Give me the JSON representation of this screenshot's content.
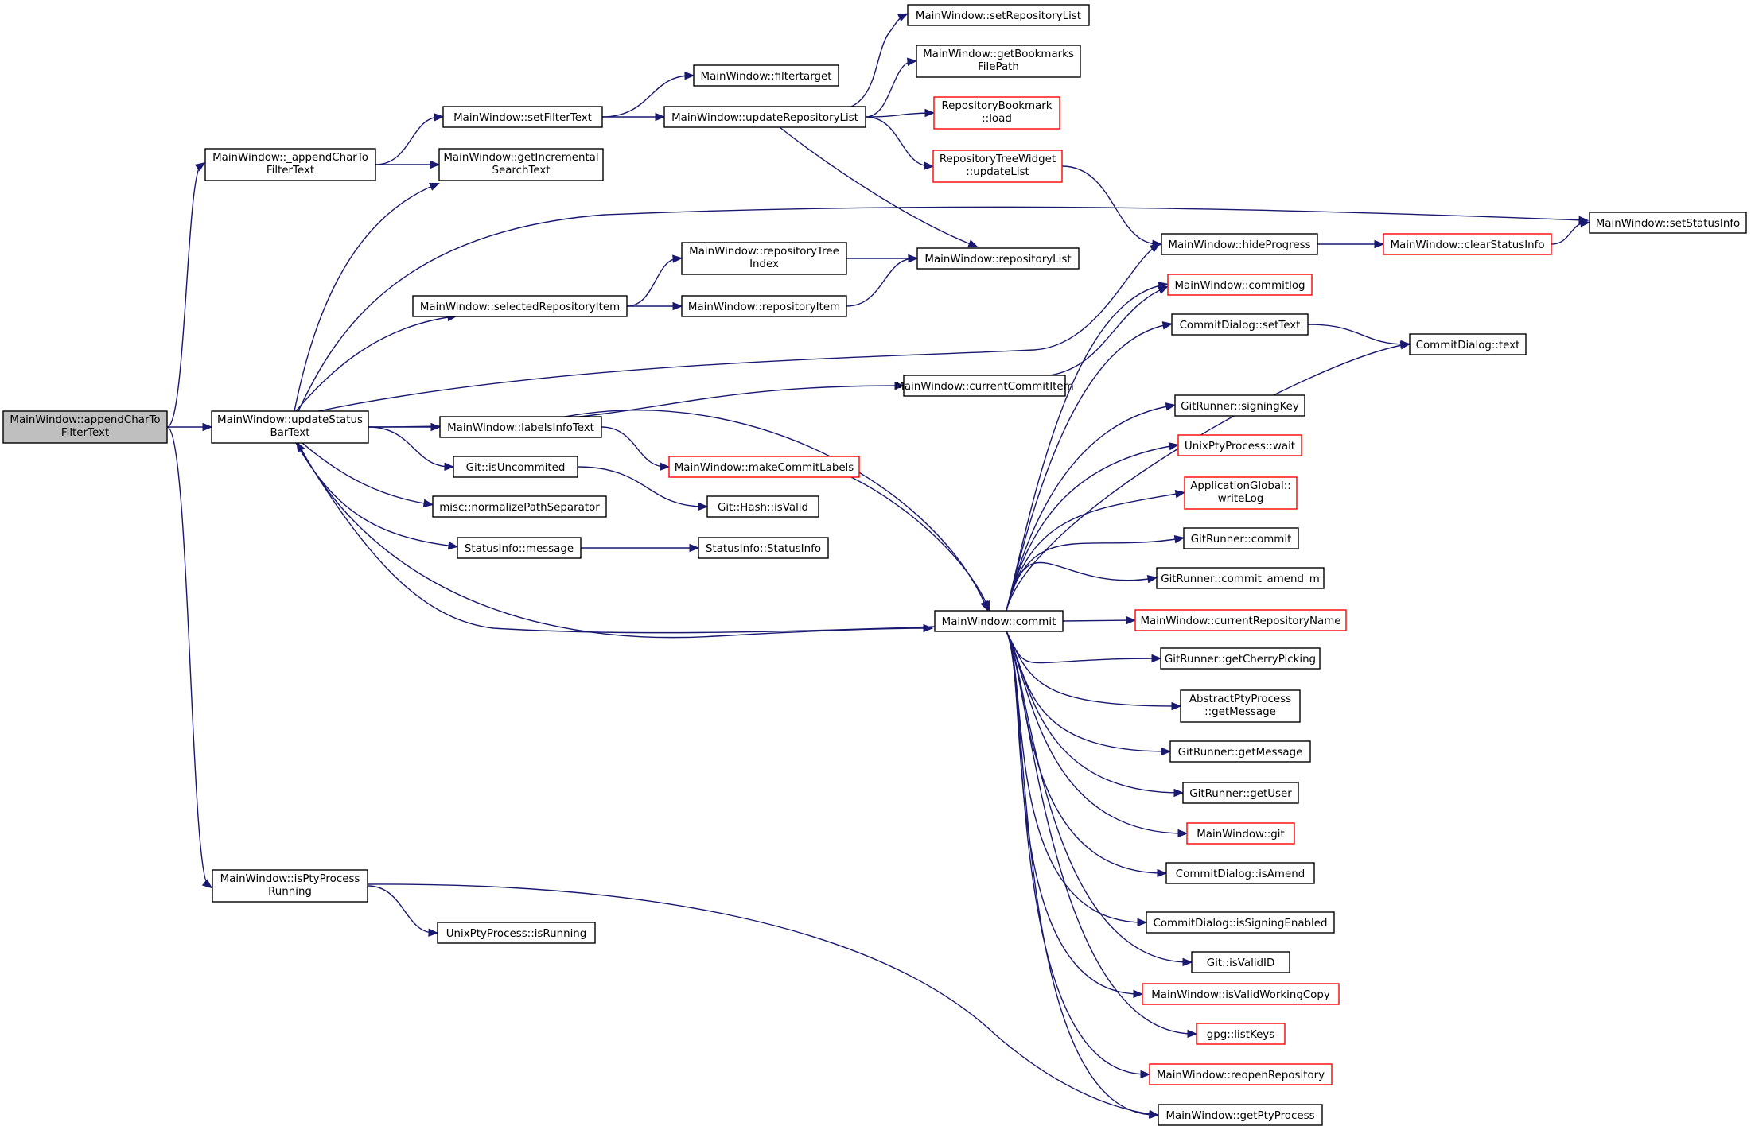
{
  "diagram": {
    "type": "call-graph",
    "colors": {
      "edge": "#191970",
      "root_fill": "#bfbfbf",
      "node_border": "#000000",
      "incomplete_border": "#ff0000"
    },
    "nodes": [
      {
        "id": "appendChar",
        "lines": [
          "MainWindow::appendCharTo",
          "FilterText"
        ],
        "style": "root"
      },
      {
        "id": "_appendChar",
        "lines": [
          "MainWindow::_appendCharTo",
          "FilterText"
        ],
        "style": "normal"
      },
      {
        "id": "updateStatus",
        "lines": [
          "MainWindow::updateStatus",
          "BarText"
        ],
        "style": "normal"
      },
      {
        "id": "isPtyRunning",
        "lines": [
          "MainWindow::isPtyProcess",
          "Running"
        ],
        "style": "normal"
      },
      {
        "id": "setFilterText",
        "lines": [
          "MainWindow::setFilterText"
        ],
        "style": "normal"
      },
      {
        "id": "getIncremental",
        "lines": [
          "MainWindow::getIncremental",
          "SearchText"
        ],
        "style": "normal"
      },
      {
        "id": "filtertarget",
        "lines": [
          "MainWindow::filtertarget"
        ],
        "style": "normal"
      },
      {
        "id": "updateRepoList",
        "lines": [
          "MainWindow::updateRepositoryList"
        ],
        "style": "normal"
      },
      {
        "id": "setRepoList",
        "lines": [
          "MainWindow::setRepositoryList"
        ],
        "style": "normal"
      },
      {
        "id": "getBookmarks",
        "lines": [
          "MainWindow::getBookmarks",
          "FilePath"
        ],
        "style": "normal"
      },
      {
        "id": "bookmarkLoad",
        "lines": [
          "RepositoryBookmark",
          "::load"
        ],
        "style": "red"
      },
      {
        "id": "treeUpdateList",
        "lines": [
          "RepositoryTreeWidget",
          "::updateList"
        ],
        "style": "red"
      },
      {
        "id": "setStatusInfo",
        "lines": [
          "MainWindow::setStatusInfo"
        ],
        "style": "normal"
      },
      {
        "id": "hideProgress",
        "lines": [
          "MainWindow::hideProgress"
        ],
        "style": "normal"
      },
      {
        "id": "clearStatusInfo",
        "lines": [
          "MainWindow::clearStatusInfo"
        ],
        "style": "red"
      },
      {
        "id": "repoTreeIndex",
        "lines": [
          "MainWindow::repositoryTree",
          "Index"
        ],
        "style": "normal"
      },
      {
        "id": "repositoryList",
        "lines": [
          "MainWindow::repositoryList"
        ],
        "style": "normal"
      },
      {
        "id": "selectedRepoItem",
        "lines": [
          "MainWindow::selectedRepositoryItem"
        ],
        "style": "normal"
      },
      {
        "id": "repositoryItem",
        "lines": [
          "MainWindow::repositoryItem"
        ],
        "style": "normal"
      },
      {
        "id": "commitlog",
        "lines": [
          "MainWindow::commitlog"
        ],
        "style": "red"
      },
      {
        "id": "cdSetText",
        "lines": [
          "CommitDialog::setText"
        ],
        "style": "normal"
      },
      {
        "id": "cdText",
        "lines": [
          "CommitDialog::text"
        ],
        "style": "normal"
      },
      {
        "id": "currentCommitItem",
        "lines": [
          "MainWindow::currentCommitItem"
        ],
        "style": "normal"
      },
      {
        "id": "signingKey",
        "lines": [
          "GitRunner::signingKey"
        ],
        "style": "normal"
      },
      {
        "id": "labelsInfoText",
        "lines": [
          "MainWindow::labelsInfoText"
        ],
        "style": "normal"
      },
      {
        "id": "wait",
        "lines": [
          "UnixPtyProcess::wait"
        ],
        "style": "red"
      },
      {
        "id": "isUncommited",
        "lines": [
          "Git::isUncommited"
        ],
        "style": "normal"
      },
      {
        "id": "makeCommitLabels",
        "lines": [
          "MainWindow::makeCommitLabels"
        ],
        "style": "red"
      },
      {
        "id": "writeLog",
        "lines": [
          "ApplicationGlobal::",
          "writeLog"
        ],
        "style": "red"
      },
      {
        "id": "normalizePath",
        "lines": [
          "misc::normalizePathSeparator"
        ],
        "style": "normal"
      },
      {
        "id": "hashIsValid",
        "lines": [
          "Git::Hash::isValid"
        ],
        "style": "normal"
      },
      {
        "id": "grCommit",
        "lines": [
          "GitRunner::commit"
        ],
        "style": "normal"
      },
      {
        "id": "message",
        "lines": [
          "StatusInfo::message"
        ],
        "style": "normal"
      },
      {
        "id": "statusInfoCtor",
        "lines": [
          "StatusInfo::StatusInfo"
        ],
        "style": "normal"
      },
      {
        "id": "commitAmend",
        "lines": [
          "GitRunner::commit_amend_m"
        ],
        "style": "normal"
      },
      {
        "id": "commit",
        "lines": [
          "MainWindow::commit"
        ],
        "style": "normal"
      },
      {
        "id": "currentRepoName",
        "lines": [
          "MainWindow::currentRepositoryName"
        ],
        "style": "red"
      },
      {
        "id": "cherryPicking",
        "lines": [
          "GitRunner::getCherryPicking"
        ],
        "style": "normal"
      },
      {
        "id": "aptGetMessage",
        "lines": [
          "AbstractPtyProcess",
          "::getMessage"
        ],
        "style": "normal"
      },
      {
        "id": "grGetMessage",
        "lines": [
          "GitRunner::getMessage"
        ],
        "style": "normal"
      },
      {
        "id": "getUser",
        "lines": [
          "GitRunner::getUser"
        ],
        "style": "normal"
      },
      {
        "id": "git",
        "lines": [
          "MainWindow::git"
        ],
        "style": "red"
      },
      {
        "id": "isAmend",
        "lines": [
          "CommitDialog::isAmend"
        ],
        "style": "normal"
      },
      {
        "id": "isSigning",
        "lines": [
          "CommitDialog::isSigningEnabled"
        ],
        "style": "normal"
      },
      {
        "id": "isUnixRunning",
        "lines": [
          "UnixPtyProcess::isRunning"
        ],
        "style": "normal"
      },
      {
        "id": "isValidID",
        "lines": [
          "Git::isValidID"
        ],
        "style": "normal"
      },
      {
        "id": "isValidWC",
        "lines": [
          "MainWindow::isValidWorkingCopy"
        ],
        "style": "red"
      },
      {
        "id": "listKeys",
        "lines": [
          "gpg::listKeys"
        ],
        "style": "red"
      },
      {
        "id": "reopenRepo",
        "lines": [
          "MainWindow::reopenRepository"
        ],
        "style": "red"
      },
      {
        "id": "getPtyProcess",
        "lines": [
          "MainWindow::getPtyProcess"
        ],
        "style": "normal"
      }
    ],
    "edges": [
      [
        "appendChar",
        "_appendChar"
      ],
      [
        "appendChar",
        "updateStatus"
      ],
      [
        "appendChar",
        "isPtyRunning"
      ],
      [
        "_appendChar",
        "setFilterText"
      ],
      [
        "_appendChar",
        "getIncremental"
      ],
      [
        "setFilterText",
        "filtertarget"
      ],
      [
        "setFilterText",
        "updateRepoList"
      ],
      [
        "updateRepoList",
        "setRepoList"
      ],
      [
        "updateRepoList",
        "getBookmarks"
      ],
      [
        "updateRepoList",
        "bookmarkLoad"
      ],
      [
        "updateRepoList",
        "treeUpdateList"
      ],
      [
        "updateRepoList",
        "repositoryList"
      ],
      [
        "treeUpdateList",
        "hideProgress"
      ],
      [
        "hideProgress",
        "clearStatusInfo"
      ],
      [
        "clearStatusInfo",
        "setStatusInfo"
      ],
      [
        "updateStatus",
        "getIncremental"
      ],
      [
        "updateStatus",
        "setStatusInfo"
      ],
      [
        "updateStatus",
        "hideProgress"
      ],
      [
        "updateStatus",
        "selectedRepoItem"
      ],
      [
        "updateStatus",
        "currentCommitItem"
      ],
      [
        "updateStatus",
        "labelsInfoText"
      ],
      [
        "updateStatus",
        "isUncommited"
      ],
      [
        "updateStatus",
        "normalizePath"
      ],
      [
        "updateStatus",
        "message"
      ],
      [
        "updateStatus",
        "commit"
      ],
      [
        "selectedRepoItem",
        "repoTreeIndex"
      ],
      [
        "selectedRepoItem",
        "repositoryItem"
      ],
      [
        "repoTreeIndex",
        "repositoryList"
      ],
      [
        "repositoryItem",
        "repositoryList"
      ],
      [
        "currentCommitItem",
        "commitlog"
      ],
      [
        "labelsInfoText",
        "makeCommitLabels"
      ],
      [
        "labelsInfoText",
        "commit"
      ],
      [
        "makeCommitLabels",
        "commit"
      ],
      [
        "isUncommited",
        "hashIsValid"
      ],
      [
        "message",
        "statusInfoCtor"
      ],
      [
        "cdSetText",
        "cdText"
      ],
      [
        "commit",
        "updateStatus"
      ],
      [
        "commit",
        "commitlog"
      ],
      [
        "commit",
        "cdSetText"
      ],
      [
        "commit",
        "cdText"
      ],
      [
        "commit",
        "signingKey"
      ],
      [
        "commit",
        "wait"
      ],
      [
        "commit",
        "writeLog"
      ],
      [
        "commit",
        "grCommit"
      ],
      [
        "commit",
        "commitAmend"
      ],
      [
        "commit",
        "currentRepoName"
      ],
      [
        "commit",
        "cherryPicking"
      ],
      [
        "commit",
        "aptGetMessage"
      ],
      [
        "commit",
        "grGetMessage"
      ],
      [
        "commit",
        "getUser"
      ],
      [
        "commit",
        "git"
      ],
      [
        "commit",
        "isAmend"
      ],
      [
        "commit",
        "isSigning"
      ],
      [
        "commit",
        "isValidID"
      ],
      [
        "commit",
        "isValidWC"
      ],
      [
        "commit",
        "listKeys"
      ],
      [
        "commit",
        "reopenRepo"
      ],
      [
        "commit",
        "getPtyProcess"
      ],
      [
        "isPtyRunning",
        "isUnixRunning"
      ],
      [
        "isPtyRunning",
        "getPtyProcess"
      ]
    ]
  }
}
